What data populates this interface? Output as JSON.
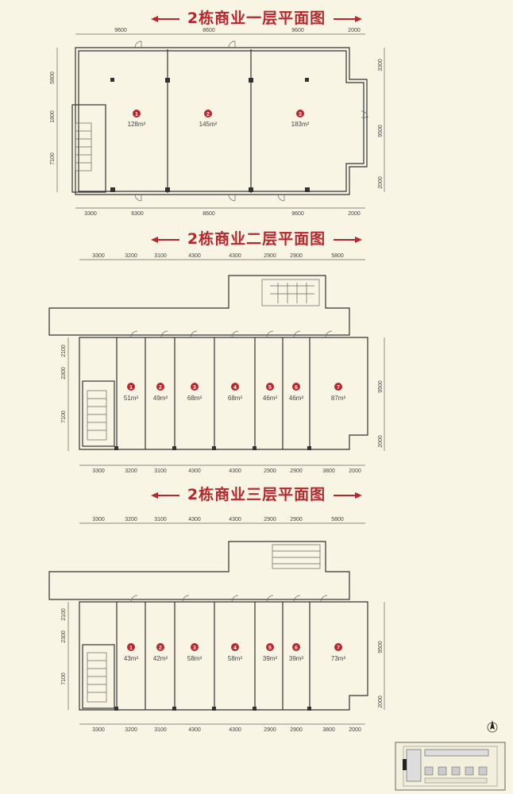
{
  "floors": [
    {
      "title": "2栋商业一层平面图",
      "top_dims": [
        "9600",
        "8600",
        "9600",
        "2000"
      ],
      "bottom_dims": [
        "3300",
        "6300",
        "8600",
        "9600",
        "2000"
      ],
      "left_dims": [
        "5800",
        "1800",
        "7100"
      ],
      "right_dims": [
        "3300",
        "9500",
        "2000"
      ],
      "units": [
        {
          "num": "1",
          "area": "128m²"
        },
        {
          "num": "2",
          "area": "145m²"
        },
        {
          "num": "3",
          "area": "183m²"
        }
      ]
    },
    {
      "title": "2栋商业二层平面图",
      "top_dims": [
        "3300",
        "3200",
        "3100",
        "4300",
        "4300",
        "2900",
        "2900",
        "5800"
      ],
      "bottom_dims": [
        "3300",
        "3200",
        "3100",
        "4300",
        "4300",
        "2900",
        "2900",
        "3800",
        "2000"
      ],
      "left_dims": [
        "2100",
        "2300",
        "7100"
      ],
      "right_dims": [
        "9500",
        "2000"
      ],
      "units": [
        {
          "num": "1",
          "area": "51m²"
        },
        {
          "num": "2",
          "area": "49m²"
        },
        {
          "num": "3",
          "area": "68m²"
        },
        {
          "num": "4",
          "area": "68m²"
        },
        {
          "num": "5",
          "area": "46m²"
        },
        {
          "num": "6",
          "area": "46m²"
        },
        {
          "num": "7",
          "area": "87m²"
        }
      ]
    },
    {
      "title": "2栋商业三层平面图",
      "top_dims": [
        "3300",
        "3200",
        "3100",
        "4300",
        "4300",
        "2900",
        "2900",
        "5800"
      ],
      "bottom_dims": [
        "3300",
        "3200",
        "3100",
        "4300",
        "4300",
        "2900",
        "2900",
        "3800",
        "2000"
      ],
      "left_dims": [
        "2100",
        "2300",
        "7100"
      ],
      "right_dims": [
        "9500",
        "2000"
      ],
      "units": [
        {
          "num": "1",
          "area": "43m²"
        },
        {
          "num": "2",
          "area": "42m²"
        },
        {
          "num": "3",
          "area": "58m²"
        },
        {
          "num": "4",
          "area": "58m²"
        },
        {
          "num": "5",
          "area": "39m²"
        },
        {
          "num": "6",
          "area": "39m²"
        },
        {
          "num": "7",
          "area": "73m²"
        }
      ]
    }
  ],
  "accent_color": "#b9262b",
  "icons": [
    "compass-icon",
    "site-keyplan-icon"
  ]
}
